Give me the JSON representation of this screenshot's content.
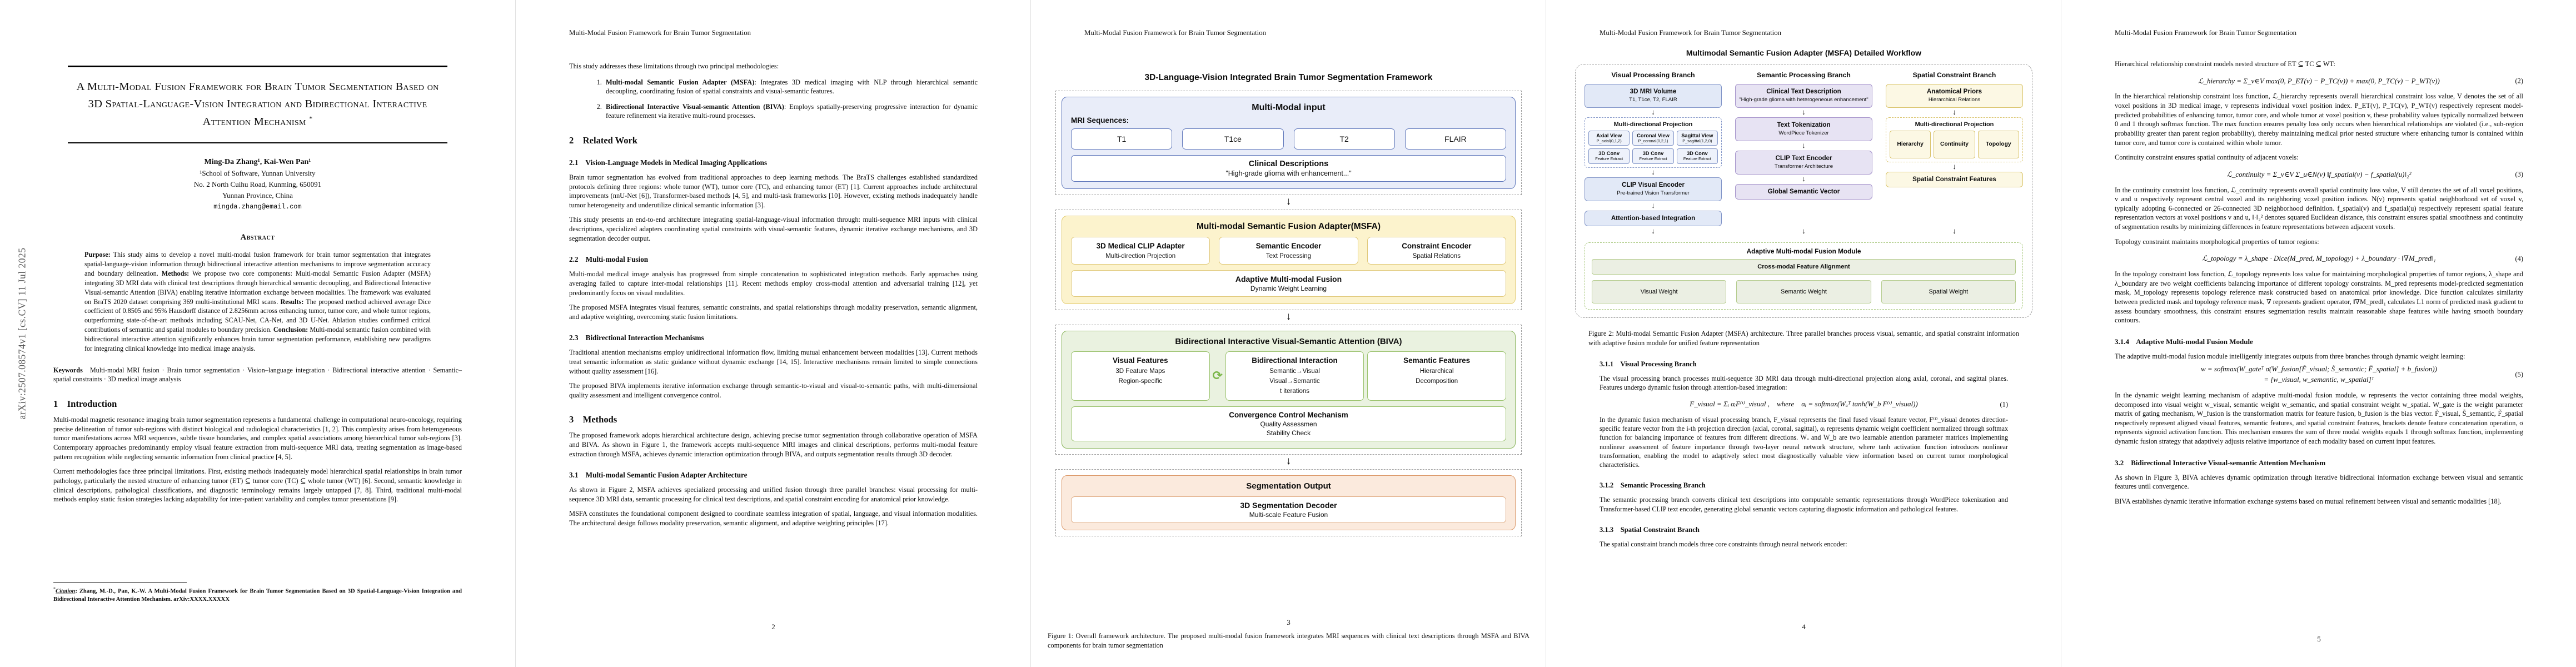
{
  "arxiv_stamp": "arXiv:2507.08574v1  [cs.CV]  11 Jul 2025",
  "running_head": "Multi-Modal Fusion Framework for Brain Tumor Segmentation",
  "colors": {
    "input_fill": "#e9edf9",
    "input_border": "#6078bb",
    "msfa_fill": "#fcf3cd",
    "msfa_border": "#e3cc72",
    "biva_fill": "#eaf2e0",
    "biva_border": "#8ab55c",
    "output_fill": "#fbeadd",
    "output_border": "#dc9a6b",
    "visual_fill": "#e2e9f7",
    "visual_border": "#8396c8",
    "semantic_fill": "#e7e3f3",
    "semantic_border": "#a593cb",
    "spatial_fill": "#fcf8e4",
    "spatial_border": "#d9c36a",
    "fusion_border": "#a8c87e",
    "fusion_item_fill": "#ebefe3",
    "citation_blue": "#2222cc"
  },
  "icons": {
    "down_arrow": "down-arrow",
    "cycle_arrows": "cycle-arrows"
  },
  "p1": {
    "title": "A Multi-Modal Fusion Framework for Brain Tumor Segmentation Based on 3D Spatial-Language-Vision Integration and Bidirectional Interactive Attention Mechanism",
    "title_mark": "*",
    "authors": "Ming-Da Zhang¹, Kai-Wen Pan¹",
    "affil1": "¹School of Software, Yunnan University",
    "affil2": "No. 2 North Cuihu Road, Kunming, 650091",
    "affil3": "Yunnan Province, China",
    "email": "mingda.zhang@email.com",
    "abstract_heading": "Abstract",
    "abs_b1": "Purpose:",
    "abs_t1": " This study aims to develop a novel multi-modal fusion framework for brain tumor segmentation that integrates spatial-language-vision information through bidirectional interactive attention mechanisms to improve segmentation accuracy and boundary delineation. ",
    "abs_b2": "Methods:",
    "abs_t2": " We propose two core components: Multi-modal Semantic Fusion Adapter (MSFA) integrating 3D MRI data with clinical text descriptions through hierarchical semantic decoupling, and Bidirectional Interactive Visual-semantic Attention (BIVA) enabling iterative information exchange between modalities. The framework was evaluated on BraTS 2020 dataset comprising 369 multi-institutional MRI scans. ",
    "abs_b3": "Results:",
    "abs_t3": " The proposed method achieved average Dice coefficient of 0.8505 and 95% Hausdorff distance of 2.8256mm across enhancing tumor, tumor core, and whole tumor regions, outperforming state-of-the-art methods including SCAU-Net, CA-Net, and 3D U-Net. Ablation studies confirmed critical contributions of semantic and spatial modules to boundary precision. ",
    "abs_b4": "Conclusion:",
    "abs_t4": " Multi-modal semantic fusion combined with bidirectional interactive attention significantly enhances brain tumor segmentation performance, establishing new paradigms for integrating clinical knowledge into medical image analysis.",
    "keywords_label": "Keywords",
    "keywords_text": "Multi-modal MRI fusion · Brain tumor segmentation · Vision–language integration · Bidirectional interactive attention · Semantic–spatial constraints · 3D medical image analysis",
    "intro_heading": "1    Introduction",
    "intro_p1": "Multi-modal magnetic resonance imaging brain tumor segmentation represents a fundamental challenge in computational neuro-oncology, requiring precise delineation of tumor sub-regions with distinct biological and radiological characteristics [1, 2]. This complexity arises from heterogeneous tumor manifestations across MRI sequences, subtle tissue boundaries, and complex spatial associations among hierarchical tumor sub-regions [3]. Contemporary approaches predominantly employ visual feature extraction from multi-sequence MRI data, treating segmentation as image-based pattern recognition while neglecting semantic information from clinical practice [4, 5].",
    "intro_p2": "Current methodologies face three principal limitations. First, existing methods inadequately model hierarchical spatial relationships in brain tumor pathology, particularly the nested structure of enhancing tumor (ET) ⊆ tumor core (TC) ⊆ whole tumor (WT) [6]. Second, semantic knowledge in clinical descriptions, pathological classifications, and diagnostic terminology remains largely untapped [7, 8]. Third, traditional multi-modal methods employ static fusion strategies lacking adaptability for inter-patient variability and complex tumor presentations [9].",
    "fn_mark": "*",
    "fn_label": "Citation",
    "fn_text": ": Zhang, M.-D., Pan, K.-W. A Multi-Modal Fusion Framework for Brain Tumor Segmentation Based on 3D Spatial-Language-Vision Integration and Bidirectional Interactive Attention Mechanism. arXiv:XXXX.XXXXX"
  },
  "p2": {
    "intro": "This study addresses these limitations through two principal methodologies:",
    "li1_lead": "Multi-modal Semantic Fusion Adapter (MSFA)",
    "li1_rest": ": Integrates 3D medical imaging with NLP through hierarchical semantic decoupling, coordinating fusion of spatial constraints and visual-semantic features.",
    "li2_lead": "Bidirectional Interactive Visual-semantic Attention (BIVA)",
    "li2_rest": ": Employs spatially-preserving progressive interaction for dynamic feature refinement via iterative multi-round processes.",
    "h2": "2    Related Work",
    "h21": "2.1    Vision-Language Models in Medical Imaging Applications",
    "p21a": "Brain tumor segmentation has evolved from traditional approaches to deep learning methods. The BraTS challenges established standardized protocols defining three regions: whole tumor (WT), tumor core (TC), and enhancing tumor (ET) [1]. Current approaches include architectural improvements (nnU-Net [6]), Transformer-based methods [4, 5], and multi-task frameworks [10]. However, existing methods inadequately handle tumor heterogeneity and underutilize clinical semantic information [3].",
    "p21b": "This study presents an end-to-end architecture integrating spatial-language-visual information through: multi-sequence MRI inputs with clinical descriptions, specialized adapters coordinating spatial constraints with visual-semantic features, dynamic iterative exchange mechanisms, and 3D segmentation decoder output.",
    "h22": "2.2    Multi-modal Fusion",
    "p22a": "Multi-modal medical image analysis has progressed from simple concatenation to sophisticated integration methods. Early approaches using averaging failed to capture inter-modal relationships [11]. Recent methods employ cross-modal attention and adversarial training [12], yet predominantly focus on visual modalities.",
    "p22b": "The proposed MSFA integrates visual features, semantic constraints, and spatial relationships through modality preservation, semantic alignment, and adaptive weighting, overcoming static fusion limitations.",
    "h23": "2.3    Bidirectional Interaction Mechanisms",
    "p23a": "Traditional attention mechanisms employ unidirectional information flow, limiting mutual enhancement between modalities [13]. Current methods treat semantic information as static guidance without dynamic exchange [14, 15]. Interactive mechanisms remain limited to simple connections without quality assessment [16].",
    "p23b": "The proposed BIVA implements iterative information exchange through semantic-to-visual and visual-to-semantic paths, with multi-dimensional quality assessment and intelligent convergence control.",
    "h3": "3    Methods",
    "p3a": "The proposed framework adopts hierarchical architecture design, achieving precise tumor segmentation through collaborative operation of MSFA and BIVA. As shown in Figure 1, the framework accepts multi-sequence MRI images and clinical descriptions, performs multi-modal feature extraction through MSFA, achieves dynamic interaction optimization through BIVA, and outputs segmentation results through 3D decoder.",
    "h31": "3.1    Multi-modal Semantic Fusion Adapter Architecture",
    "p31a": "As shown in Figure 2, MSFA achieves specialized processing and unified fusion through three parallel branches: visual processing for multi-sequence 3D MRI data, semantic processing for clinical text descriptions, and spatial constraint encoding for anatomical prior knowledge.",
    "p31b": "MSFA constitutes the foundational component designed to coordinate seamless integration of spatial, language, and visual information modalities. The architectural design follows modality preservation, semantic alignment, and adaptive weighting principles [17].",
    "page_num": "2"
  },
  "p3": {
    "fig_title": "3D-Language-Vision Integrated Brain Tumor Segmentation Framework",
    "input": {
      "title": "Multi-Modal input",
      "mri_label": "MRI Sequences:",
      "seq1": "T1",
      "seq2": "T1ce",
      "seq3": "T2",
      "seq4": "FLAIR",
      "clinical_title": "Clinical Descriptions",
      "clinical_text": "\"High-grade glioma with enhancement...\""
    },
    "msfa": {
      "title": "Multi-modal Semantic Fusion Adapter(MSFA)",
      "b1_t": "3D Medical CLIP Adapter",
      "b1_s": "Multi-direction Projection",
      "b2_t": "Semantic Encoder",
      "b2_s": "Text Processing",
      "b3_t": "Constraint Encoder",
      "b3_s": "Spatial Relations",
      "fusion_t": "Adaptive Multi-modal Fusion",
      "fusion_s": "Dynamic Weight Learning"
    },
    "biva": {
      "title": "Bidirectional Interactive Visual-Semantic Attention (BIVA)",
      "b1_t": "Visual Features",
      "b1_s1": "3D Feature Maps",
      "b1_s2": "Region-specific",
      "b2_t": "Bidirectional Interaction",
      "b2_s1": "Semantic→Visual",
      "b2_s2": "Visual→Semantic",
      "b2_s3": "t iterations",
      "b3_t": "Semantic Features",
      "b3_s1": "Hierarchical",
      "b3_s2": "Decomposition",
      "conv_t": "Convergence Control Mechanism",
      "conv_s1": "Quality Assessmen",
      "conv_s2": "Stability Check"
    },
    "output": {
      "title": "Segmentation Output",
      "box_t": "3D Segmentation Decoder",
      "box_s": "Multi-scale Feature Fusion"
    },
    "page_num": "3",
    "caption": "Figure 1: Overall framework architecture. The proposed multi-modal fusion framework integrates MRI sequences with clinical text descriptions through MSFA and BIVA components for brain tumor segmentation"
  },
  "p4": {
    "fig_title": "Multimodal Semantic Fusion Adapter (MSFA) Detailed Workflow",
    "fig": {
      "col1_header": "Visual Processing Branch",
      "col2_header": "Semantic Processing Branch",
      "col3_header": "Spatial Constraint Branch",
      "visual": {
        "v1_t": "3D MRI Volume",
        "v1_s": "T1, T1ce, T2, FLAIR",
        "proj_title": "Multi-directional Projection",
        "views": [
          {
            "t": "Axial View",
            "s": "P_axial(0,1,2)"
          },
          {
            "t": "Coronal View",
            "s": "P_coronal(0,2,1)"
          },
          {
            "t": "Sagittal View",
            "s": "P_sagittal(1,2,0)"
          }
        ],
        "convs": [
          {
            "t": "3D Conv",
            "s": "Feature Extract"
          },
          {
            "t": "3D Conv",
            "s": "Feature Extract"
          },
          {
            "t": "3D Conv",
            "s": "Feature Extract"
          }
        ],
        "v2_t": "CLIP Visual Encoder",
        "v2_s": "Pre-trained Vision Transformer",
        "v3_t": "Attention-based Integration"
      },
      "semantic": {
        "s1_t": "Clinical Text Description",
        "s1_s": "\"High-grade glioma with heterogeneous enhancement\"",
        "s2_t": "Text Tokenization",
        "s2_s": "WordPiece Tokenizer",
        "s3_t": "CLIP Text Encoder",
        "s3_s": "Transformer Architecture",
        "s4_t": "Global Semantic Vector"
      },
      "spatial": {
        "c1_t": "Anatomical Priors",
        "c1_s": "Hierarchical Relations",
        "proj_title": "Multi-directional Projection",
        "items": [
          "Hierarchy",
          "Continuity",
          "Topology"
        ],
        "c2_t": "Spatial Constraint Features"
      },
      "fusion": {
        "title": "Adaptive Multi-modal Fusion Module",
        "align": "Cross-modal Feature Alignment",
        "w1": "Visual Weight",
        "w2": "Semantic Weight",
        "w3": "Spatial Weight"
      }
    },
    "caption": "Figure 2: Multi-modal Semantic Fusion Adapter (MSFA) architecture. Three parallel branches process visual, semantic, and spatial constraint information with adaptive fusion module for unified feature representation",
    "h311": "3.1.1    Visual Processing Branch",
    "p311a": "The visual processing branch processes multi-sequence 3D MRI data through multi-directional projection along axial, coronal, and sagittal planes. Features undergo dynamic fusion through attention-based integration:",
    "eq1": "F_visual = Σᵢ αᵢF⁽ⁱ⁾_visual ,    where    αᵢ = softmax(Wₐᵀ tanh(W_b F⁽ⁱ⁾_visual))",
    "eq1_num": "(1)",
    "p311b": "In the dynamic fusion mechanism of visual processing branch, F_visual represents the final fused visual feature vector, F⁽ⁱ⁾_visual denotes direction-specific feature vector from the i-th projection direction (axial, coronal, sagittal), αᵢ represents dynamic weight coefficient normalized through softmax function for balancing importance of features from different directions. Wₐ and W_b are two learnable attention parameter matrices implementing nonlinear assessment of feature importance through two-layer neural network structure, where tanh activation function introduces nonlinear transformation, enabling the model to adaptively select most diagnostically valuable view information based on current tumor morphological characteristics.",
    "h312": "3.1.2    Semantic Processing Branch",
    "p312": "The semantic processing branch converts clinical text descriptions into computable semantic representations through WordPiece tokenization and Transformer-based CLIP text encoder, generating global semantic vectors capturing diagnostic information and pathological features.",
    "h313": "3.1.3    Spatial Constraint Branch",
    "p313": "The spatial constraint branch models three core constraints through neural network encoder:",
    "page_num": "4"
  },
  "p5": {
    "p_hier": "Hierarchical relationship constraint models nested structure of ET ⊆ TC ⊆ WT:",
    "eq2": "ℒ_hierarchy = Σ_v∈V max(0, P_ET(v) − P_TC(v)) + max(0, P_TC(v) − P_WT(v))",
    "eq2_num": "(2)",
    "p_hier_expl": "In the hierarchical relationship constraint loss function, ℒ_hierarchy represents overall hierarchical constraint loss value, V denotes the set of all voxel positions in 3D medical image, v represents individual voxel position index. P_ET(v), P_TC(v), P_WT(v) respectively represent model-predicted probabilities of enhancing tumor, tumor core, and whole tumor at voxel position v, these probability values typically normalized between 0 and 1 through softmax function. The max function ensures penalty loss only occurs when hierarchical relationships are violated (i.e., sub-region probability greater than parent region probability), thereby maintaining medical prior nested structure where enhancing tumor is contained within tumor core, and tumor core is contained within whole tumor.",
    "p_cont": "Continuity constraint ensures spatial continuity of adjacent voxels:",
    "eq3": "ℒ_continuity = Σ_v∈V Σ_u∈N(v) ‖f_spatial(v) − f_spatial(u)‖₂²",
    "eq3_num": "(3)",
    "p_cont_expl": "In the continuity constraint loss function, ℒ_continuity represents overall spatial continuity loss value, V still denotes the set of all voxel positions, v and u respectively represent central voxel and its neighboring voxel position indices. N(v) represents spatial neighborhood set of voxel v, typically adopting 6-connected or 26-connected 3D neighborhood definition. f_spatial(v) and f_spatial(u) respectively represent spatial feature representation vectors at voxel positions v and u, ‖·‖₂² denotes squared Euclidean distance, this constraint ensures spatial smoothness and continuity of segmentation results by minimizing differences in feature representations between adjacent voxels.",
    "p_topo": "Topology constraint maintains morphological properties of tumor regions:",
    "eq4": "ℒ_topology = λ_shape · Dice(M_pred, M_topology) + λ_boundary · ‖∇M_pred‖₁",
    "eq4_num": "(4)",
    "p_topo_expl": "In the topology constraint loss function, ℒ_topology represents loss value for maintaining morphological properties of tumor regions, λ_shape and λ_boundary are two weight coefficients balancing importance of different topology constraints. M_pred represents model-predicted segmentation mask, M_topology represents topology reference mask constructed based on anatomical prior knowledge. Dice function calculates similarity between predicted mask and topology reference mask, ∇ represents gradient operator, ‖∇M_pred‖₁ calculates L1 norm of predicted mask gradient to assess boundary smoothness, this constraint ensures segmentation results maintain reasonable shape features while having smooth boundary contours.",
    "h314": "3.1.4    Adaptive Multi-modal Fusion Module",
    "p314a": "The adaptive multi-modal fusion module intelligently integrates outputs from three branches through dynamic weight learning:",
    "eq5_l1": "w = softmax(W_gateᵀ σ(W_fusion[F̃_visual; S̃_semantic; F̃_spatial] + b_fusion))",
    "eq5_l2": "= [w_visual, w_semantic, w_spatial]ᵀ",
    "eq5_num": "(5)",
    "p314b": "In the dynamic weight learning mechanism of adaptive multi-modal fusion module, w represents the vector containing three modal weights, decomposed into visual weight w_visual, semantic weight w_semantic, and spatial constraint weight w_spatial. W_gate is the weight parameter matrix of gating mechanism, W_fusion is the transformation matrix for feature fusion, b_fusion is the bias vector. F̃_visual, S̃_semantic, F̃_spatial respectively represent aligned visual features, semantic features, and spatial constraint features, brackets denote feature concatenation operation, σ represents sigmoid activation function. This mechanism ensures the sum of three modal weights equals 1 through softmax function, implementing dynamic fusion strategy that adaptively adjusts relative importance of each modality based on current input features.",
    "h32": "3.2    Bidirectional Interactive Visual-semantic Attention Mechanism",
    "p32a": "As shown in Figure 3, BIVA achieves dynamic optimization through iterative bidirectional information exchange between visual and semantic features until convergence.",
    "p32b": "BIVA establishes dynamic iterative information exchange systems based on mutual refinement between visual and semantic modalities [18].",
    "page_num": "5"
  }
}
